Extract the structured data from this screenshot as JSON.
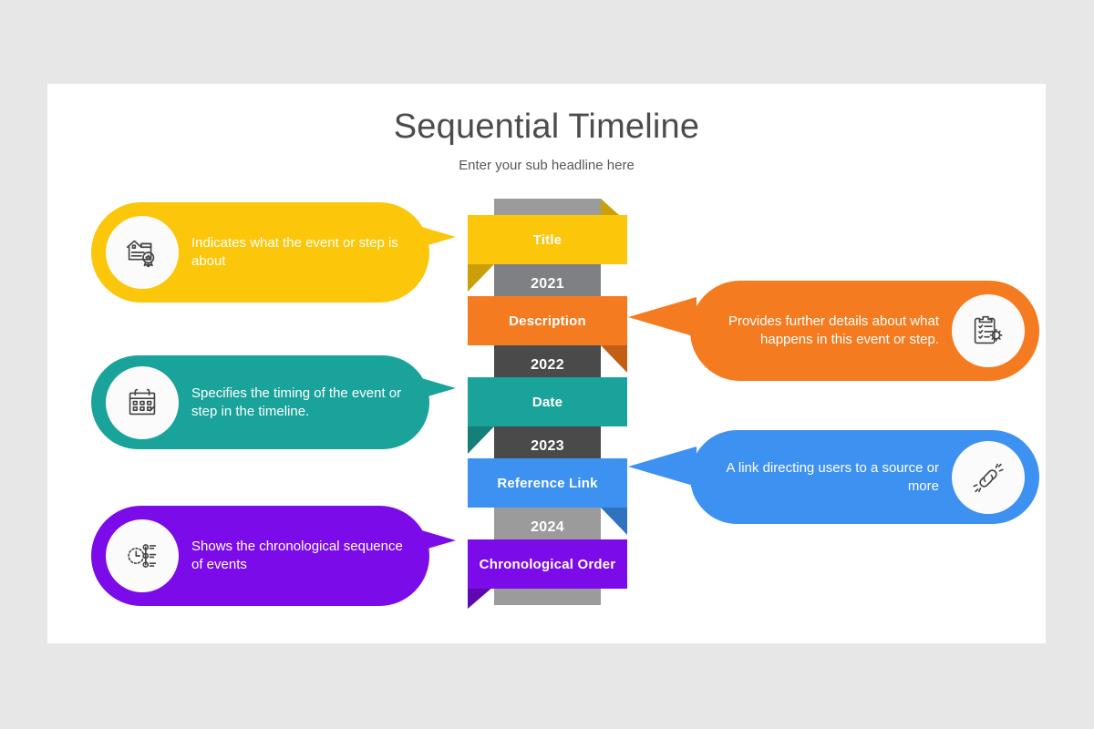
{
  "slide": {
    "title": "Sequential Timeline",
    "subtitle": "Enter your sub headline here",
    "background_color": "#e8e7e7",
    "card_color": "#ffffff"
  },
  "timeline": {
    "spine_segments": [
      {
        "year": "2021",
        "color": "#7e8083"
      },
      {
        "year": "2022",
        "color": "#4a4a4a"
      },
      {
        "year": "2023",
        "color": "#4a4a4a"
      },
      {
        "year": "2024",
        "color": "#9b9b9b"
      }
    ],
    "spine_cap_top_color": "#9b9b9b",
    "spine_cap_bottom_color": "#9b9b9b",
    "ribbons": [
      {
        "label": "Title",
        "color": "#fcc60b",
        "fold_color": "#cb9f09",
        "fold_side": "left"
      },
      {
        "label": "Description",
        "color": "#f47b20",
        "fold_color": "#c35f14",
        "fold_side": "right"
      },
      {
        "label": "Date",
        "color": "#1aa39a",
        "fold_color": "#157f79",
        "fold_side": "left"
      },
      {
        "label": "Reference Link",
        "color": "#3d91f0",
        "fold_color": "#2f73c0",
        "fold_side": "right"
      },
      {
        "label": "Chronological Order",
        "color": "#7b0be8",
        "fold_color": "#5e08b0",
        "fold_side": "left"
      }
    ]
  },
  "callouts": [
    {
      "side": "left",
      "text": "Indicates what the event or step is about",
      "color": "#fcc60b",
      "icon": "certificate-icon",
      "linked_ribbon": "Title"
    },
    {
      "side": "right",
      "text": "Provides further details about what happens in this event or step.",
      "color": "#f47b20",
      "icon": "clipboard-gear-icon",
      "linked_ribbon": "Description"
    },
    {
      "side": "left",
      "text": "Specifies the timing of the event or step in the timeline.",
      "color": "#1aa39a",
      "icon": "calendar-icon",
      "linked_ribbon": "Date"
    },
    {
      "side": "right",
      "text": "A link directing users to a source or more",
      "color": "#3d91f0",
      "icon": "chain-link-icon",
      "linked_ribbon": "Reference Link"
    },
    {
      "side": "left",
      "text": "Shows the chronological sequence of events",
      "color": "#7b0be8",
      "icon": "clock-sequence-icon",
      "linked_ribbon": "Chronological Order"
    }
  ]
}
